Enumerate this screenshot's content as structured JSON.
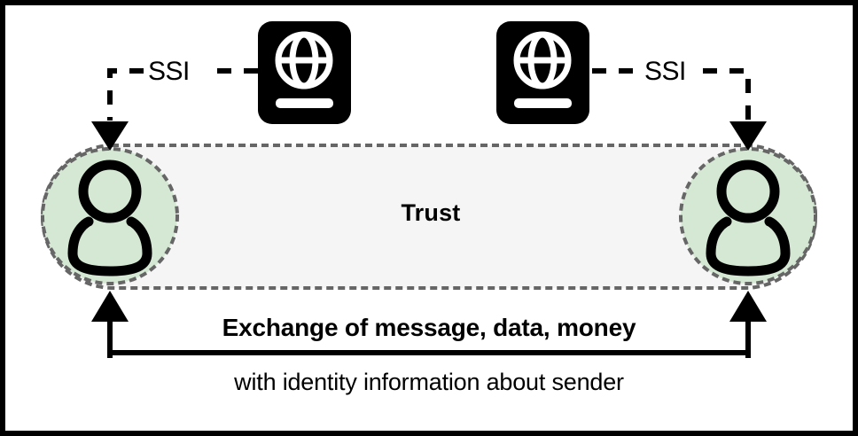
{
  "diagram": {
    "title_text": "Trust",
    "frame": {
      "border_color": "#000000",
      "background": "#ffffff"
    },
    "trust_box": {
      "label": "Trust",
      "fill_color": "#f5f5f5",
      "border_color": "#666666",
      "border_style": "dotted"
    },
    "actors": [
      {
        "id": "actor-left",
        "icon": "person-icon",
        "circle_color": "#d5e8d4",
        "circle_border_color": "#666666"
      },
      {
        "id": "actor-right",
        "icon": "person-icon",
        "circle_color": "#d5e8d4",
        "circle_border_color": "#666666"
      }
    ],
    "credentials": [
      {
        "id": "passport-left",
        "icon": "passport-globe-icon",
        "fill_color": "#000000",
        "glyph_color": "#ffffff"
      },
      {
        "id": "passport-right",
        "icon": "passport-globe-icon",
        "fill_color": "#000000",
        "glyph_color": "#ffffff"
      }
    ],
    "connections": [
      {
        "id": "ssi-left",
        "label": "SSI",
        "style": "dashed",
        "color": "#000000",
        "arrow": "end"
      },
      {
        "id": "ssi-right",
        "label": "SSI",
        "style": "dashed",
        "color": "#000000",
        "arrow": "end"
      },
      {
        "id": "exchange",
        "label_primary": "Exchange of message, data, money",
        "label_secondary": "with identity information about sender",
        "style": "solid",
        "color": "#000000",
        "arrow": "both"
      }
    ]
  }
}
